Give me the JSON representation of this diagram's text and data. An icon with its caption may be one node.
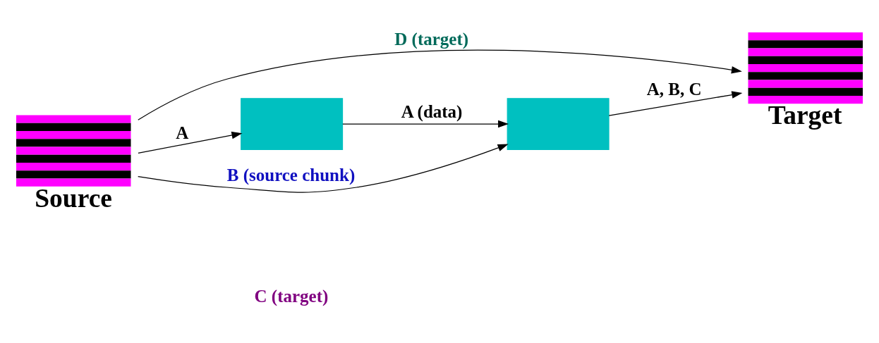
{
  "diagram": {
    "nodes": [
      {
        "text": [
          "Source"
        ]
      },
      {
        "text": [
          "Target"
        ]
      },
      {
        "text": [],
        "shape": "box"
      },
      {
        "text": [],
        "shape": "box"
      }
    ],
    "edges": [
      {
        "from": 0,
        "to": 1,
        "arrow": "to",
        "label": "D (target)"
      },
      {
        "from": 0,
        "to": 3,
        "arrow": "to",
        "label": "B (source chunk)"
      },
      {
        "from": 0,
        "to": 2,
        "arrow": "to",
        "label": "A"
      },
      {
        "from": 2,
        "to": 3,
        "arrow": "to",
        "label": "A (data)"
      },
      {
        "from": 3,
        "to": 1,
        "arrow": "to",
        "label": "A, B, C"
      }
    ],
    "labels": [
      "C (target)"
    ]
  }
}
